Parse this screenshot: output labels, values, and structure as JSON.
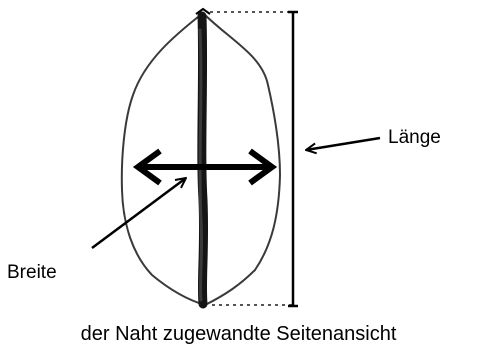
{
  "labels": {
    "length": "Länge",
    "width": "Breite"
  },
  "caption": "der Naht zugewandte Seitenansicht",
  "colors": {
    "ink": "#000000",
    "outline": "#3a3a3a",
    "background": "#ffffff"
  }
}
